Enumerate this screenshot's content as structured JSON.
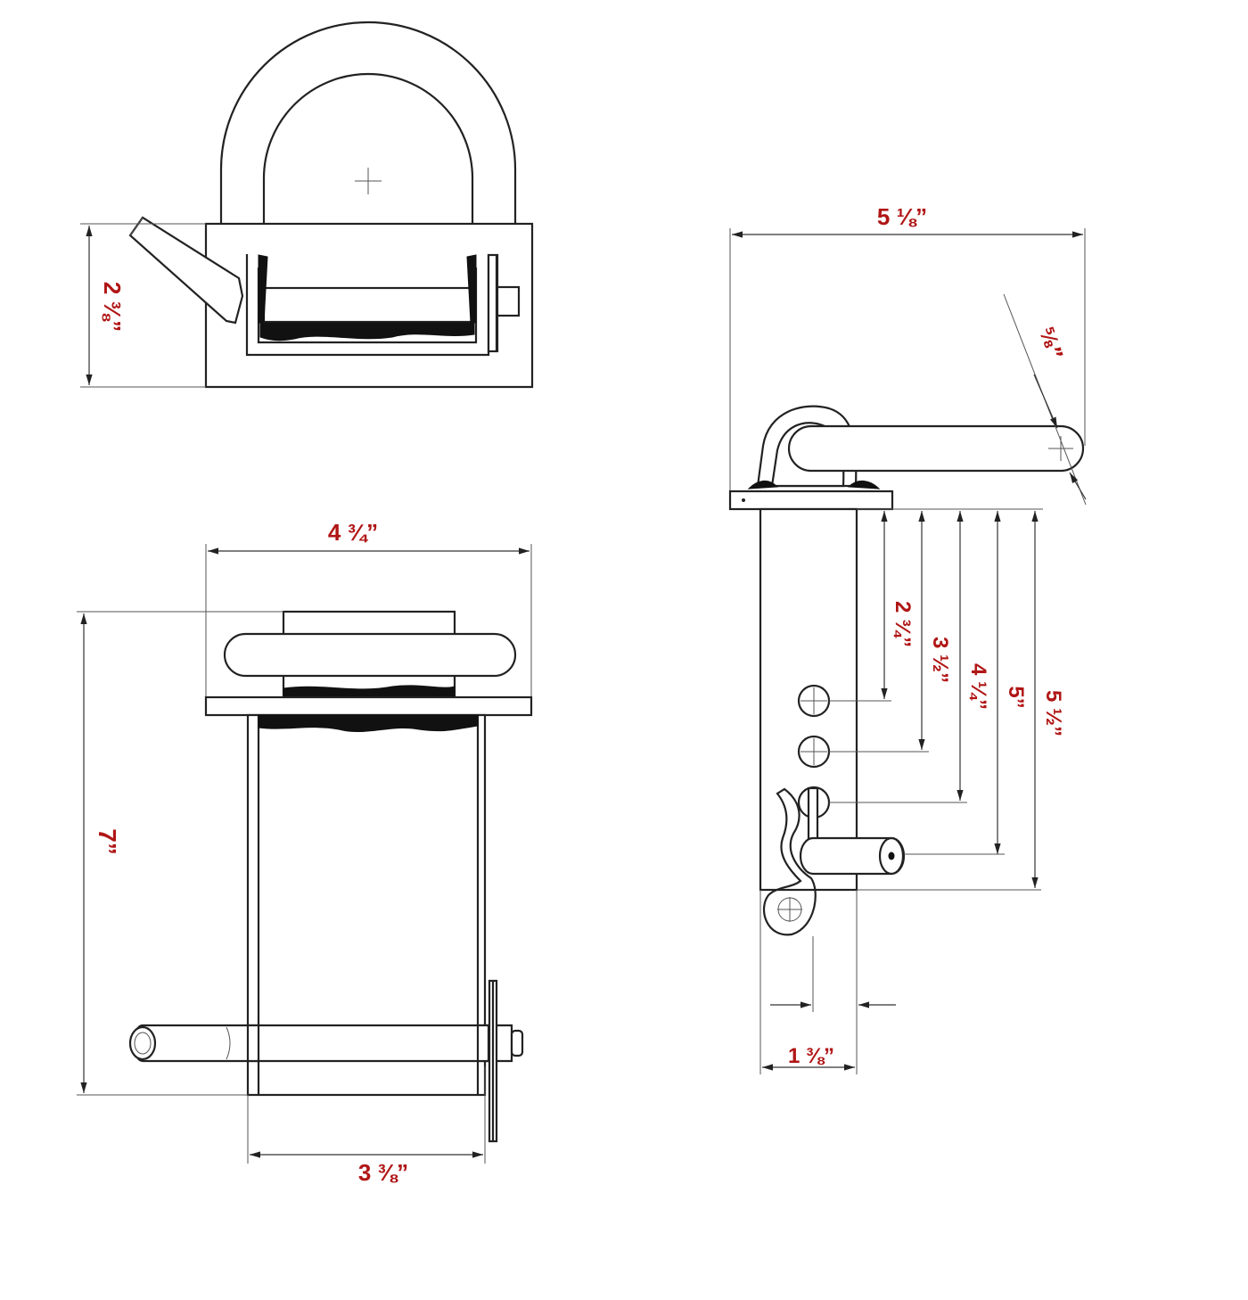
{
  "dimensions": {
    "top_view_height": "2 ⅜”",
    "overall_width": "5 ⅛”",
    "pin_diameter": "⅝”",
    "front_view_width": "4 ¾”",
    "front_view_height": "7”",
    "tube_width": "3 ⅜”",
    "side_view_width": "1 ⅜”",
    "hole_2_3_4": "2 ¾”",
    "hole_3_1_2": "3 ½”",
    "hole_4_1_4": "4 ¼”",
    "hole_5": "5”",
    "hole_5_1_2": "5 ½”"
  },
  "colors": {
    "dimension_text": "#b01515",
    "line": "#222222"
  }
}
